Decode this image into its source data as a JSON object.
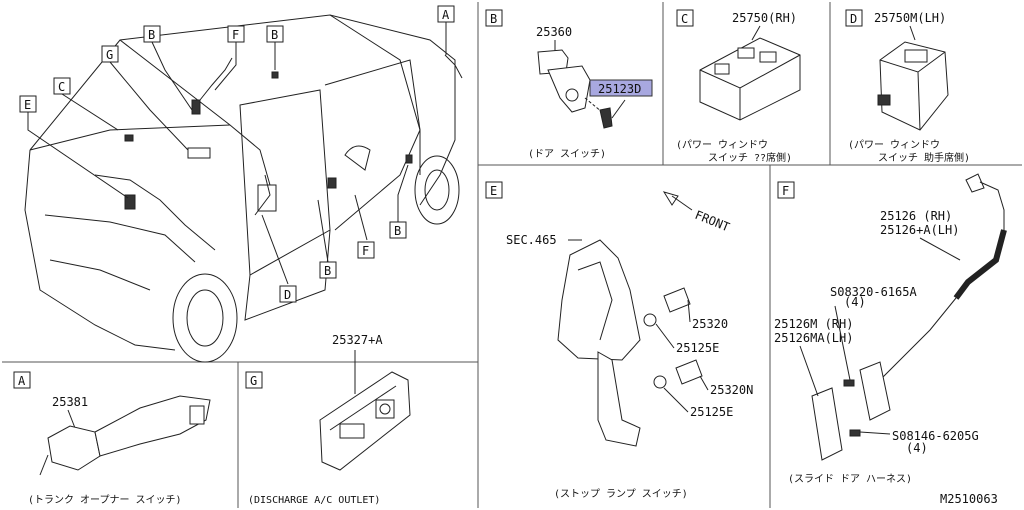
{
  "diagram_id": "M2510063",
  "panels": {
    "main": {
      "callouts": [
        "A",
        "B",
        "F",
        "B",
        "G",
        "C",
        "E",
        "B",
        "F",
        "D",
        "B"
      ]
    },
    "b": {
      "tag": "B",
      "parts": [
        "25360",
        "25123D"
      ],
      "caption": "(ドア スイッチ)"
    },
    "c": {
      "tag": "C",
      "parts": [
        "25750(RH)"
      ],
      "caption_1": "(パワー ウィンドウ",
      "caption_2": "スイッチ ??席側)"
    },
    "d": {
      "tag": "D",
      "parts": [
        "25750M(LH)"
      ],
      "caption_1": "(パワー ウィンドウ",
      "caption_2": "スイッチ 助手席側)"
    },
    "e": {
      "tag": "E",
      "front": "FRONT",
      "sec": "SEC.465",
      "parts": [
        "25320",
        "25125E",
        "25320N",
        "25125E"
      ],
      "caption": "(ストップ ランプ スイッチ)"
    },
    "f": {
      "tag": "F",
      "part_1": "25126 (RH)",
      "part_2": "25126+A(LH)",
      "bolt_1": "S08320-6165A",
      "bolt_1_qty": "(4)",
      "part_3": "25126M (RH)",
      "part_4": "25126MA(LH)",
      "bolt_2": "S08146-6205G",
      "bolt_2_qty": "(4)",
      "caption": "(スライド ドア ハーネス)"
    },
    "a": {
      "tag": "A",
      "parts": [
        "25381"
      ],
      "caption": "(トランク オープナー スイッチ)"
    },
    "g": {
      "tag": "G",
      "parts": [
        "25327+A"
      ],
      "caption": "(DISCHARGE A/C OUTLET)"
    }
  }
}
